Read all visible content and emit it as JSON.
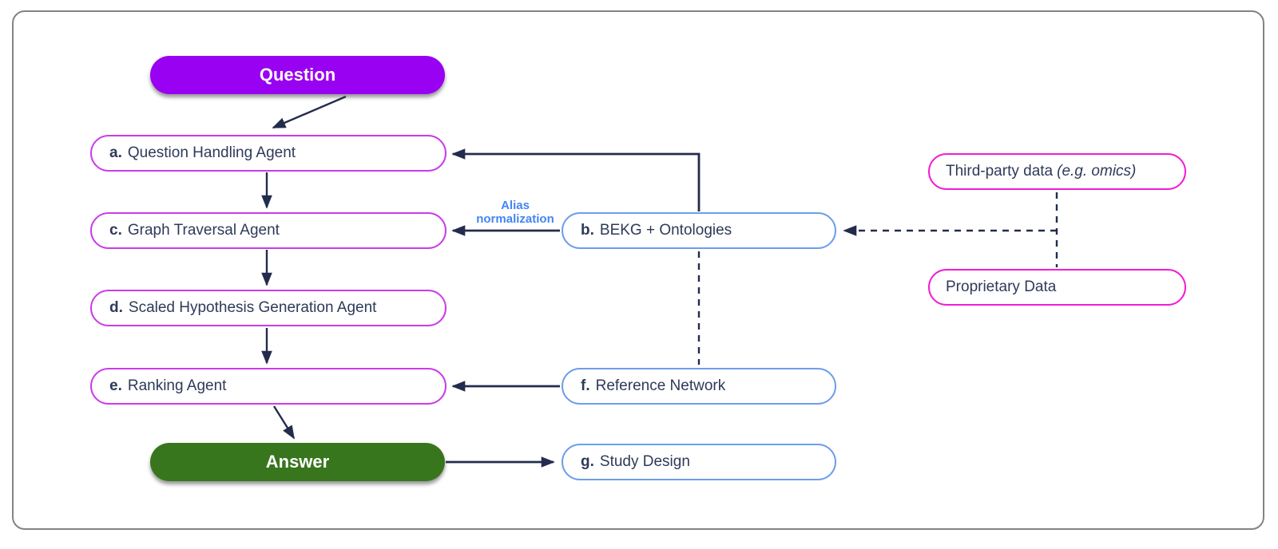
{
  "diagram": {
    "title": "agent-pipeline-flowchart",
    "start_node": {
      "label": "Question"
    },
    "end_node": {
      "label": "Answer"
    },
    "agent_nodes": [
      {
        "prefix": "a.",
        "label": "Question Handling Agent"
      },
      {
        "prefix": "c.",
        "label": "Graph Traversal Agent"
      },
      {
        "prefix": "d.",
        "label": "Scaled Hypothesis Generation Agent"
      },
      {
        "prefix": "e.",
        "label": "Ranking Agent"
      }
    ],
    "resource_nodes": [
      {
        "prefix": "b.",
        "label": "BEKG + Ontologies"
      },
      {
        "prefix": "f.",
        "label": "Reference Network"
      },
      {
        "prefix": "g.",
        "label": "Study Design"
      }
    ],
    "data_source_nodes": [
      {
        "label": "Third-party data",
        "italic_suffix": "(e.g. omics)"
      },
      {
        "label": "Proprietary Data",
        "italic_suffix": ""
      }
    ],
    "edge_label": {
      "line1": "Alias",
      "line2": "normalization"
    },
    "colors": {
      "question_fill": "#9901f2",
      "answer_fill": "#38761d",
      "agent_border": "#cb3be8",
      "resource_border": "#6d9eeb",
      "data_border": "#f01dd4",
      "arrow": "#232c4d",
      "edge_label_text": "#4285f4",
      "node_text": "#2e3a59",
      "frame_border": "#838383"
    }
  }
}
